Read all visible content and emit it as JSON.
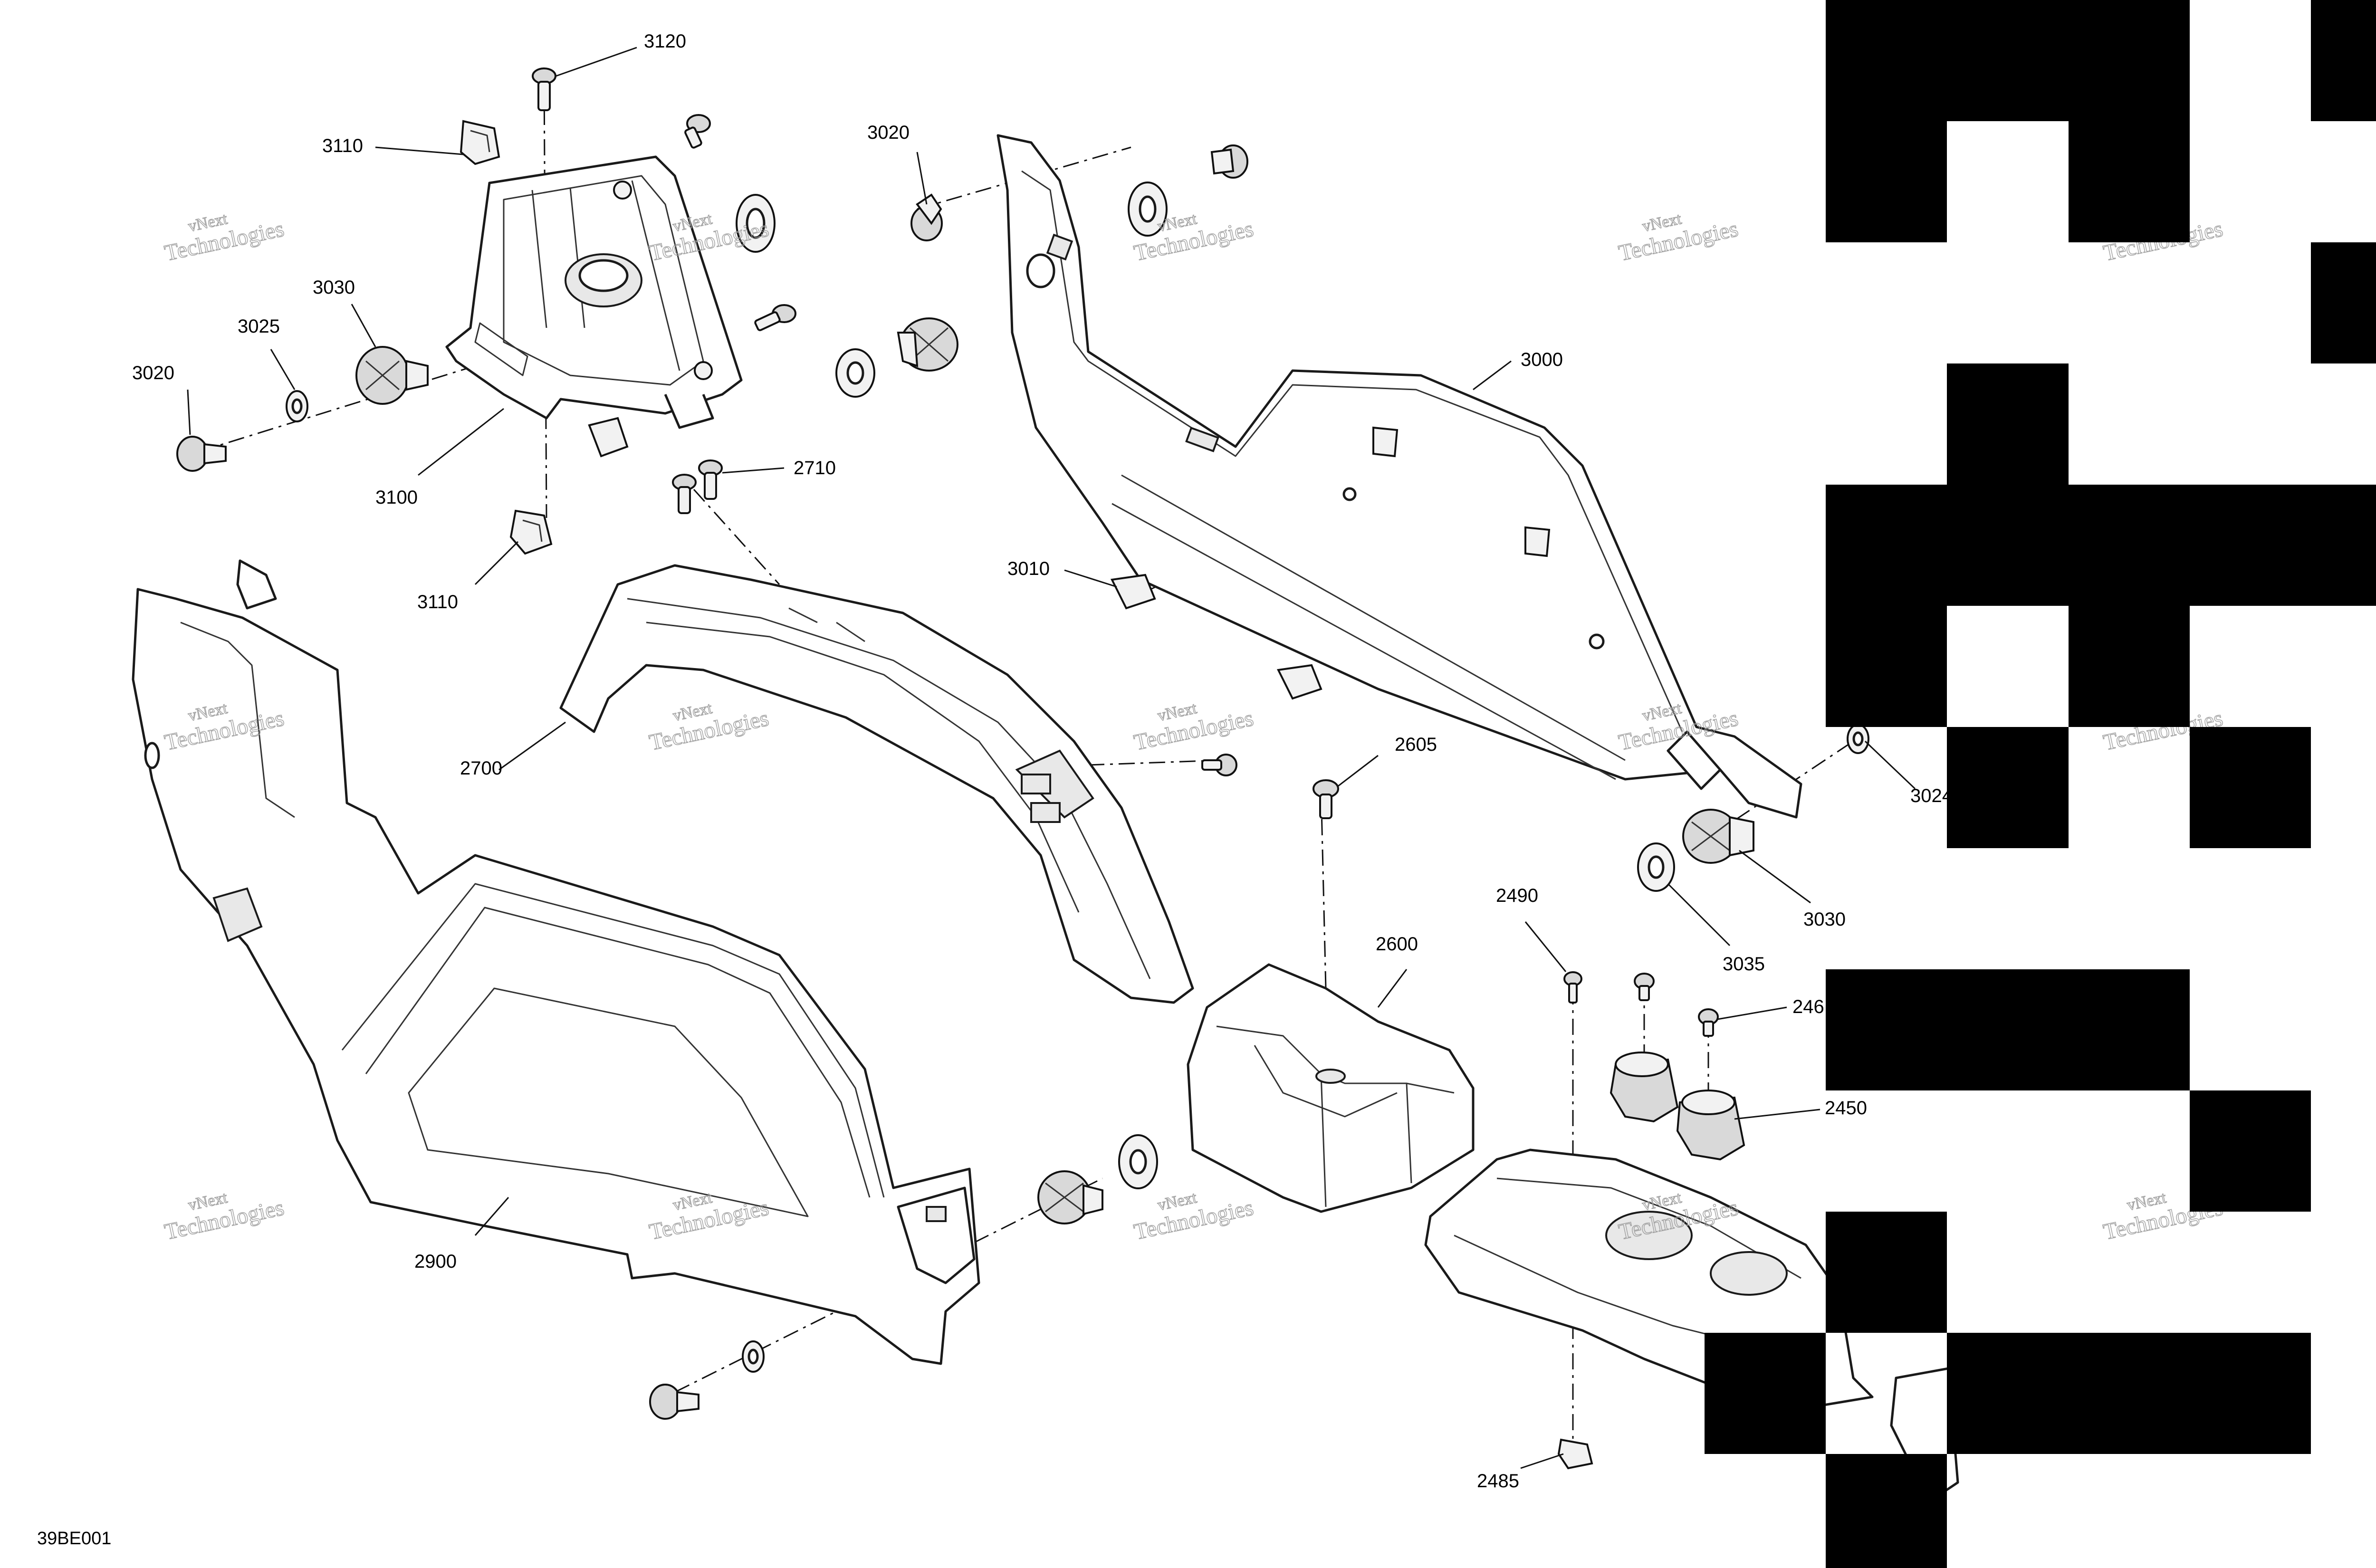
{
  "diagram": {
    "reference_code": "39BE001",
    "watermark_line1": "vNext",
    "watermark_line2": "Technologies",
    "callouts": [
      {
        "id": "c3120",
        "label": "3120"
      },
      {
        "id": "c3110a",
        "label": "3110"
      },
      {
        "id": "c3020a",
        "label": "3020"
      },
      {
        "id": "c3030a",
        "label": "3030"
      },
      {
        "id": "c3025",
        "label": "3025"
      },
      {
        "id": "c3020b",
        "label": "3020"
      },
      {
        "id": "c3100",
        "label": "3100"
      },
      {
        "id": "c3110b",
        "label": "3110"
      },
      {
        "id": "c2710",
        "label": "2710"
      },
      {
        "id": "c3000",
        "label": "3000"
      },
      {
        "id": "c3010",
        "label": "3010"
      },
      {
        "id": "c2700",
        "label": "2700"
      },
      {
        "id": "c2605",
        "label": "2605"
      },
      {
        "id": "c3024",
        "label": "3024"
      },
      {
        "id": "c3030b",
        "label": "3030"
      },
      {
        "id": "c3035",
        "label": "3035"
      },
      {
        "id": "c2490",
        "label": "2490"
      },
      {
        "id": "c2600",
        "label": "2600"
      },
      {
        "id": "c246x",
        "label": "246"
      },
      {
        "id": "c2450",
        "label": "2450"
      },
      {
        "id": "c2900",
        "label": "2900"
      },
      {
        "id": "c2485",
        "label": "2485"
      }
    ]
  }
}
